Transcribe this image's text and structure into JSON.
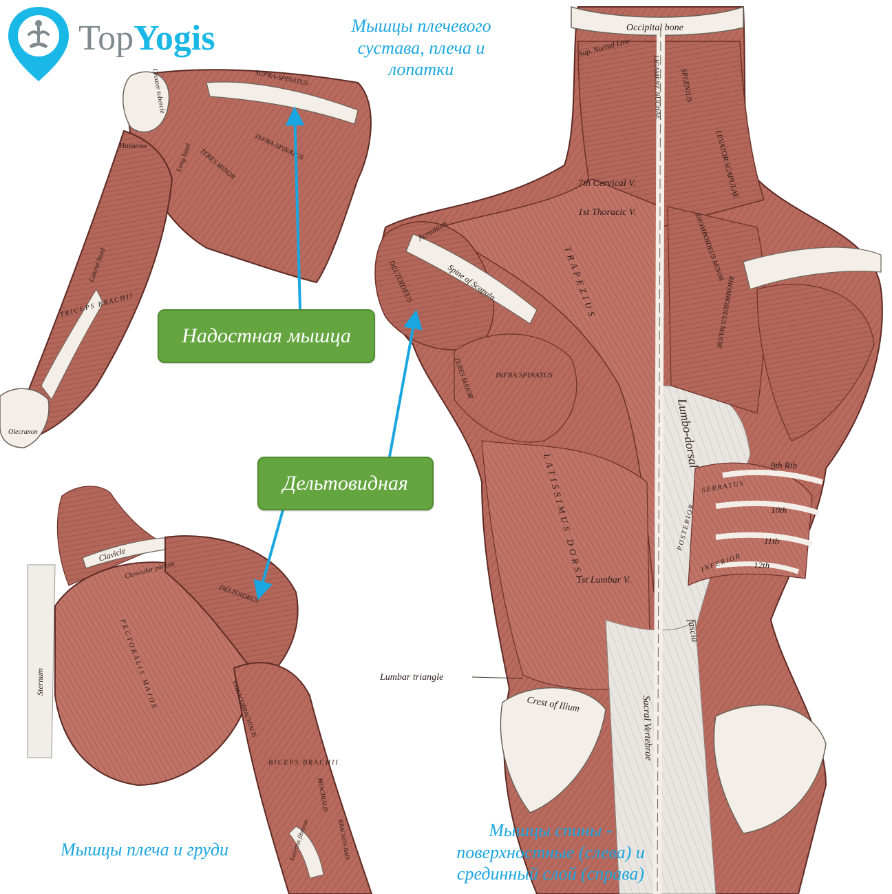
{
  "brand": {
    "name_part1": "Top",
    "name_part2": "Yogis",
    "color_top": "#7e8a8e",
    "color_yogis": "#1ab8e6",
    "icon": "map-pin-yoga-icon"
  },
  "captions": {
    "shoulder_joint": [
      "Мышцы плечевого",
      "сустава, плеча и",
      "лопатки"
    ],
    "shoulder_chest": [
      "Мышцы плеча и груди"
    ],
    "back": [
      "Мышцы спины -",
      "поверхностные (слева) и",
      "срединный слой (справа)"
    ]
  },
  "callouts": {
    "supraspinatus": "Надостная мышца",
    "deltoid": "Дельтовидная"
  },
  "anatomy_labels": {
    "occipital_bone": "Occipital bone",
    "sup_nuchal_line": "Sup. Nuchal Line",
    "cervical_7": "7th Cervical V.",
    "thoracic_1": "1st Thoracic V.",
    "lumbar_1": "1st Lumbar V.",
    "trapezius": "TRAPEZIUS",
    "latissimus_dorsi": "LATISSIMUS DORSI",
    "infraspinatus": "INFRA SPINATUS",
    "teres_major": "TERES MAJOR",
    "deltoideus": "DELTOIDEUS",
    "acromion": "Acromion",
    "spine_of_scapula": "Spine of Scapula",
    "splenius": "SPLENIUS",
    "levator_scapulae": "LEVATOR SCAPULAE",
    "rhomboideus_major": "RHOMBOIDEUS MAJOR",
    "rhomboideus_minor": "RHOMBOIDEUS MINOR",
    "lumbo_dorsal": "Lumbo-dorsal",
    "fascia": "fascia",
    "serratus": "SERRATUS",
    "posterior": "POSTERIOR",
    "inferior": "INFERIOR",
    "rib_9": "9th Rib",
    "rib_10": "10th",
    "rib_11": "11th",
    "rib_12": "12th",
    "lumbar_triangle": "Lumbar triangle",
    "crest_of_ilium": "Crest of Ilium",
    "sacral_vertebrae": "Sacral Vertebrae",
    "ligamentum_nuchae": "LIGAMENT. NUCHAE",
    "supra_spinatus": "SUPRA-SPINATUS",
    "infra_spinatus_shoulder": "INFRA-SPINATUS",
    "teres_minor": "TERES MINOR",
    "humerus": "Humerus",
    "greater_tubercle": "Greater tubercle",
    "long_head": "Long head",
    "lateral_head": "Lateral head",
    "triceps_brachii": "TRICEPS BRACHII",
    "olecranon": "Olecranon",
    "clavicle": "Clavicle",
    "clavicular_portion": "Clavicular portion",
    "sternum": "Sternum",
    "pectoralis_major": "PECTORALIS MAJOR",
    "coracobrachialis": "CORACOBRACHIALIS",
    "biceps_brachii": "BICEPS BRACHII",
    "brachialis": "BRACHIALIS",
    "lacertus_fibrosus": "Lacertus fibrosus",
    "brachio_radialis": "BRACHIO-RAD."
  },
  "colors": {
    "accent_blue": "#1aa6e0",
    "callout_green": "#64a53f",
    "muscle": "#b5665a",
    "muscle_dark": "#8a4238",
    "bone": "#f3efe8"
  }
}
